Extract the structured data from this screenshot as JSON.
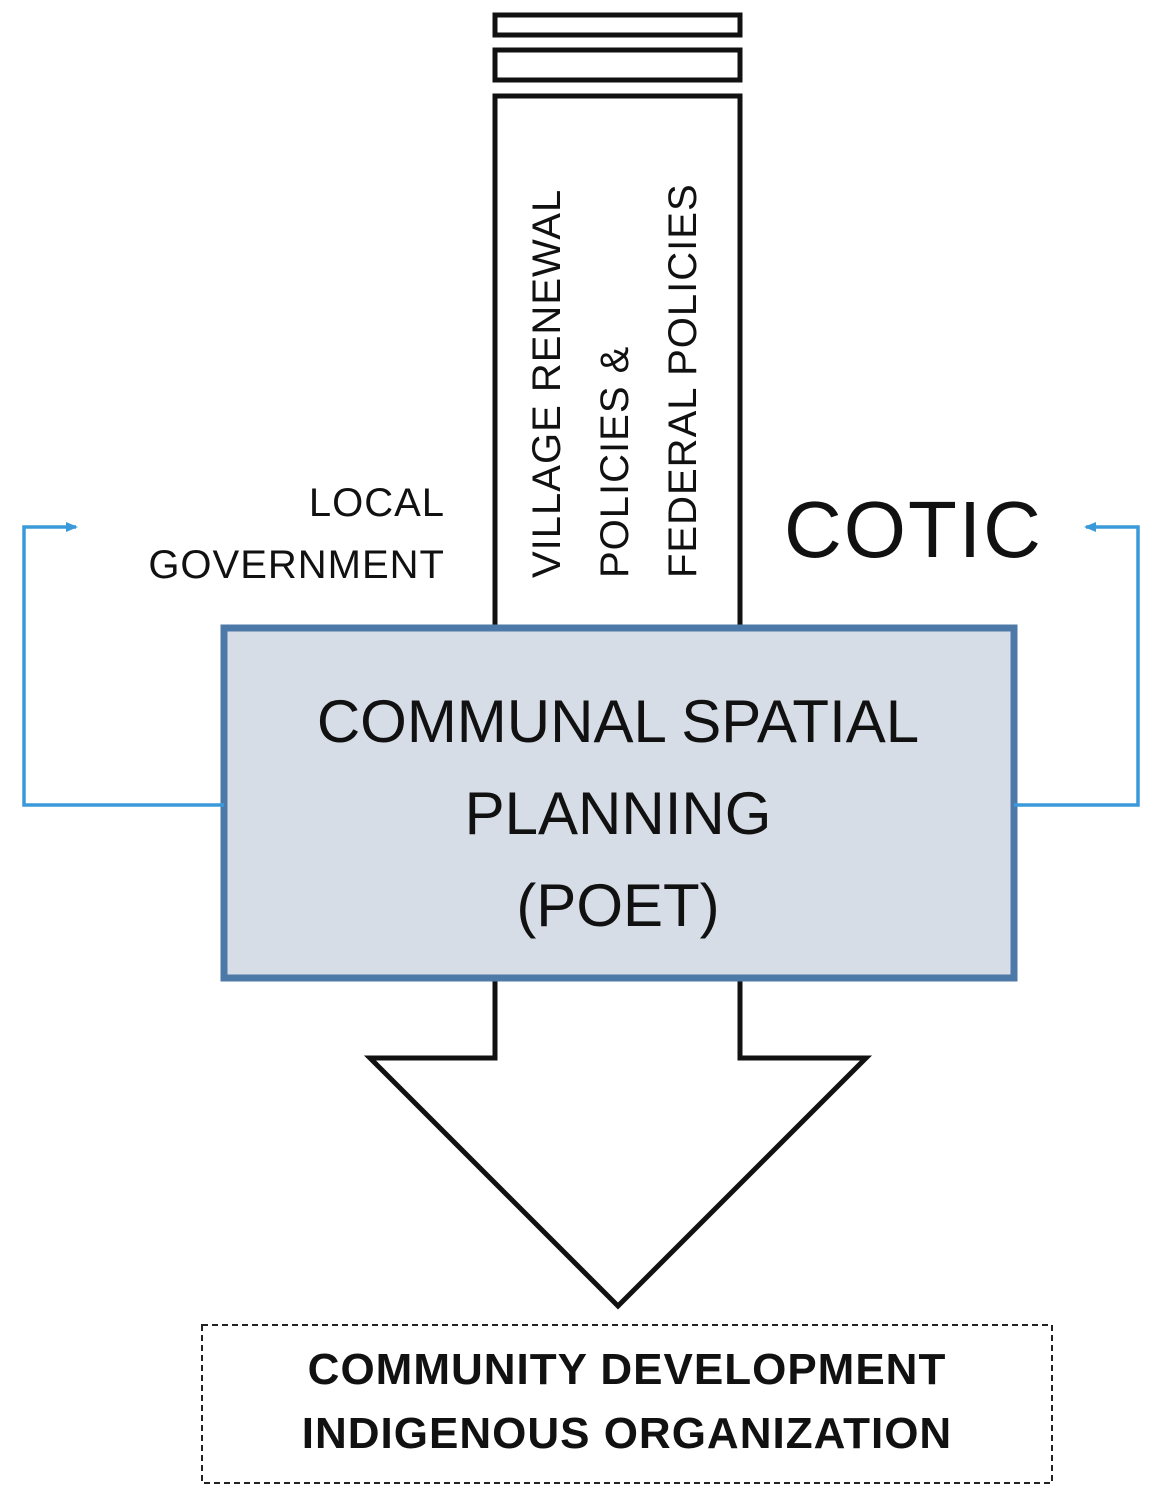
{
  "diagram": {
    "left_label": [
      "LOCAL",
      "GOVERNMENT"
    ],
    "right_label": "COTIC",
    "vertical_labels": [
      "VILLAGE RENEWAL",
      "POLICIES &",
      "FEDERAL POLICIES"
    ],
    "center_box": [
      "COMMUNAL SPATIAL",
      "PLANNING",
      "(POET)"
    ],
    "bottom_box": [
      "COMMUNITY DEVELOPMENT",
      "INDIGENOUS ORGANIZATION"
    ],
    "colors": {
      "center_fill": "#d6dde6",
      "center_border": "#4d79a8",
      "feedback_arrow": "#3a9ad9",
      "outline": "#111111"
    }
  }
}
